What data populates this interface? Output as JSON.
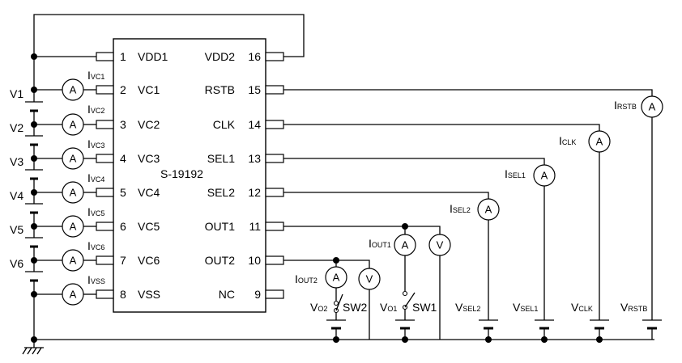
{
  "ic": {
    "name": "S-19192",
    "left_pins": [
      {
        "num": "1",
        "name": "VDD1"
      },
      {
        "num": "2",
        "name": "VC1"
      },
      {
        "num": "3",
        "name": "VC2"
      },
      {
        "num": "4",
        "name": "VC3"
      },
      {
        "num": "5",
        "name": "VC4"
      },
      {
        "num": "6",
        "name": "VC5"
      },
      {
        "num": "7",
        "name": "VC6"
      },
      {
        "num": "8",
        "name": "VSS"
      }
    ],
    "right_pins": [
      {
        "num": "16",
        "name": "VDD2"
      },
      {
        "num": "15",
        "name": "RSTB"
      },
      {
        "num": "14",
        "name": "CLK"
      },
      {
        "num": "13",
        "name": "SEL1"
      },
      {
        "num": "12",
        "name": "SEL2"
      },
      {
        "num": "11",
        "name": "OUT1"
      },
      {
        "num": "10",
        "name": "OUT2"
      },
      {
        "num": "9",
        "name": "NC"
      }
    ]
  },
  "cells": [
    "V1",
    "V2",
    "V3",
    "V4",
    "V5",
    "V6"
  ],
  "left_meters": [
    {
      "symbol": "A",
      "label": "I",
      "sub": "VC1"
    },
    {
      "symbol": "A",
      "label": "I",
      "sub": "VC2"
    },
    {
      "symbol": "A",
      "label": "I",
      "sub": "VC3"
    },
    {
      "symbol": "A",
      "label": "I",
      "sub": "VC4"
    },
    {
      "symbol": "A",
      "label": "I",
      "sub": "VC5"
    },
    {
      "symbol": "A",
      "label": "I",
      "sub": "VC6"
    },
    {
      "symbol": "A",
      "label": "I",
      "sub": "VSS"
    }
  ],
  "right_meters": {
    "rstb": {
      "symbol": "A",
      "label": "I",
      "sub": "RSTB"
    },
    "clk": {
      "symbol": "A",
      "label": "I",
      "sub": "CLK"
    },
    "sel1": {
      "symbol": "A",
      "label": "I",
      "sub": "SEL1"
    },
    "sel2": {
      "symbol": "A",
      "label": "I",
      "sub": "SEL2"
    },
    "out1": {
      "symbol": "A",
      "label": "I",
      "sub": "OUT1"
    },
    "out2": {
      "symbol": "A",
      "label": "I",
      "sub": "OUT2"
    },
    "v_out1": {
      "symbol": "V"
    },
    "v_out2": {
      "symbol": "V"
    }
  },
  "sources": {
    "vo2": {
      "label": "V",
      "sub": "O2"
    },
    "vo1": {
      "label": "V",
      "sub": "O1"
    },
    "vsel2": {
      "label": "V",
      "sub": "SEL2"
    },
    "vsel1": {
      "label": "V",
      "sub": "SEL1"
    },
    "vclk": {
      "label": "V",
      "sub": "CLK"
    },
    "vrstb": {
      "label": "V",
      "sub": "RSTB"
    }
  },
  "switches": {
    "sw2": "SW2",
    "sw1": "SW1"
  }
}
